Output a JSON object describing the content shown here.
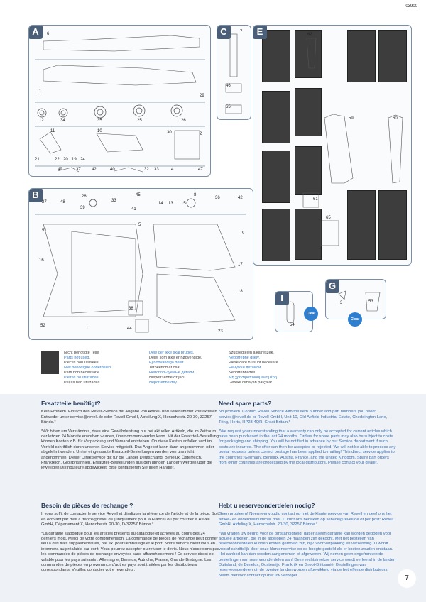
{
  "page_code": "03900",
  "page_number": "7",
  "sprues": {
    "A": {
      "tag": "A",
      "parts": [
        "6",
        "1",
        "29",
        "12",
        "34",
        "35",
        "25",
        "26",
        "11",
        "10",
        "30",
        "2",
        "21",
        "22",
        "20",
        "19",
        "24",
        "49",
        "37",
        "42",
        "40",
        "32",
        "33",
        "4",
        "47"
      ]
    },
    "B": {
      "tag": "B",
      "parts": [
        "28",
        "27",
        "48",
        "39",
        "33",
        "45",
        "41",
        "14",
        "13",
        "15",
        "8",
        "36",
        "42",
        "51",
        "5",
        "9",
        "16",
        "17",
        "38",
        "18",
        "52",
        "11",
        "44",
        "23"
      ]
    },
    "C": {
      "tag": "C",
      "parts": [
        "7",
        "46",
        "55"
      ]
    },
    "E": {
      "tag": "E",
      "parts": [
        "62",
        "59",
        "60",
        "61",
        "65"
      ]
    },
    "I": {
      "tag": "I",
      "parts": [
        "54"
      ]
    },
    "G": {
      "tag": "G",
      "parts": [
        "3",
        "53"
      ]
    }
  },
  "clear_badge": "Clear",
  "legend": {
    "col1": [
      "Nicht benötigte Teile",
      "Parts not used.",
      "Pièces non utilisées.",
      "Niet benodigde onderdelen.",
      "Parti non necessarie.",
      "Piezas no utilizadas.",
      "Peças não utilizadas."
    ],
    "col2": [
      "Dele der ikke skal bruges.",
      "Deler som ikke er nødvendige.",
      "Ej nödvändiga delar.",
      "Tarpeettomat osat.",
      "Неиспользуемые детали.",
      "Niepotrzebne części.",
      "Nepotřebné díly."
    ],
    "col3": [
      "Szükségtelen alkatrészek.",
      "Nepotrebne dijely.",
      "Piese care nu sunt necesare.",
      "Ненужни детайли.",
      "Nepotrebni deli.",
      "Μη χρησιμοποιούμενα μέρη.",
      "Gerekli olmayan parçalar."
    ]
  },
  "sections": {
    "de": {
      "title": "Ersatzteile benötigt?",
      "p1": "Kein Problem. Einfach den Revell-Service mit Angabe von Artikel- und Teilenummer kontaktieren. Entweder unter service@revell.de oder Revell GmbH, Abteilung X, Henschelstr. 20-30, 32257 Bünde.*",
      "p2": "*Wir bitten um Verständnis, dass eine Gewährleistung nur bei aktuellen Artikeln, die im Zeitraum der letzten 24 Monate erworben wurden, übernommen werden kann. Mit der Ersatzteil-Bestellung können Kosten z.B. für Verpackung und Versand entstehen. Ob diese Kosten anfallen wird im Vorfeld schriftlich durch unseren Service mitgeteilt. Das Angebot kann dann angenommen oder abgelehnt werden. Unfrei eingesandte Ersatzteil-Bestellungen werden von uns nicht angenommen! Dieser Direktservice gilt für die Länder Deutschland, Benelux, Österreich, Frankreich, Großbritannien. Ersatzteil-Bestellungen aus den übrigen Ländern werden über die jeweiligen Distributeure abgewickelt. Bitte kontaktieren Sie Ihren Händler."
    },
    "en": {
      "title": "Need spare parts?",
      "p1": "No problem. Contact Revell Service with the item number and part numbers you need: service@revell.de or Revell GmbH, Unit 10, Old Airfield Industrial Estate, Cheddington Lane, Tring, Herts, HP23 4QR, Great Britain.*",
      "p2": "*We request your understanding that a warranty can only be accepted for current articles which have been purchased in the last 24 months. Orders for spare parts may also be subject to costs for packaging and shipping. You will be notified in advance by our Service department if such costs are incurred. The offer can then be accepted or rejected. We will not be able to process any postal requests unless correct postage has been applied to mailing! This direct service applies to the countries: Germany, Benelux, Austria, France, and the United Kingdom. Spare part orders from other countries are processed by the local distributors. Please contact your dealer."
    },
    "fr": {
      "title": "Besoin de pièces de rechange ?",
      "p1": "Il vous suffit de contacter le service Revell et d'indiquer la référence de l'article et de la pièce. Soit en écrivant par mail à france@revell.de (uniquement pour la France) ou par courrier à Revell GmbH, Département X, Henschelstr. 20-30, D-32257 Bünde.*",
      "p2": "*La garantie s'applique pour les articles présents au catalogue et achetés au cours des 24 derniers mois. Merci de votre compréhension. La commande de pièces de rechange peut donner lieu à des frais supplémentaires, par ex. pour l'emballage et le port. Notre service client vous en informera au préalable par écrit. Vous pourrez accepter ou refuser le devis. Nous n'acceptons pas les commandes de pièces de rechange envoyées sans affranchissement ! Ce service direct est valable pour les pays suivants : Allemagne, Benelux, Autriche, France, Grande-Bretagne. Les commandes de pièces en provenance d'autres pays sont traitées par les distributeurs correspondants. Veuillez contacter votre revendeur."
    },
    "nl": {
      "title": "Hebt u reserveonderdelen nodig?",
      "p1": "Geen probleem! Neem eenvoudig contact op met de klantenservice van Revell en geef ons het artikel- en onderdeelnummer door. U kunt ons bereiken op service@revell.de of per post: Revell GmbH, Afdeling X, Henschelstr. 20-30, 32257 Bünde.*",
      "p2": "*Wij vragen uw begrip voor de omstandigheid, dat er alleen garantie kan worden geboden voor actuele artikelen, die in de afgelopen 24 maanden zijn gekocht. Met het bestellen van reserveonderdelen kunnen kosten gemoeid zijn, bijv. voor verpakking en verzending. U wordt vooraf schriftelijk door onze klantenservice op de hoogte gesteld als er kosten zouden ontstaan. Het aanbod kan dan worden aangenomen of afgewezen. Wij nemen geen ongefrankeerde bestellingen van reserveonderdelen aan! Deze rechtstreekse service wordt verleend in de landen Duitsland, de Benelux, Oostenrijk, Frankrijk en Groot-Brittannië. Bestellingen van reserveonderdelen uit de overige landen worden afgewikkeld via de betreffende distributeurs. Neem hiervoor contact op met uw verkoper."
    }
  }
}
